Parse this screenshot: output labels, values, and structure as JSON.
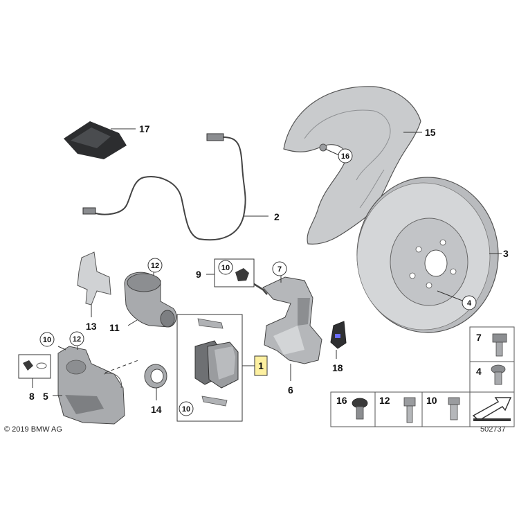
{
  "diagram": {
    "copyright": "© 2019 BMW AG",
    "reference_number": "502737",
    "callouts": [
      "1",
      "2",
      "3",
      "4",
      "5",
      "6",
      "7",
      "8",
      "9",
      "10",
      "11",
      "12",
      "13",
      "14",
      "15",
      "16",
      "17",
      "18"
    ],
    "highlighted_callout": "1",
    "fastener_panel": {
      "top": [
        "7",
        "4"
      ],
      "bottom": [
        "16",
        "12",
        "10"
      ]
    },
    "colors": {
      "highlight": "#fdf0a0",
      "line": "#333333",
      "part_dark": "#3a3a3a",
      "part_mid": "#8a8c8f",
      "part_light": "#cfd1d3"
    }
  }
}
